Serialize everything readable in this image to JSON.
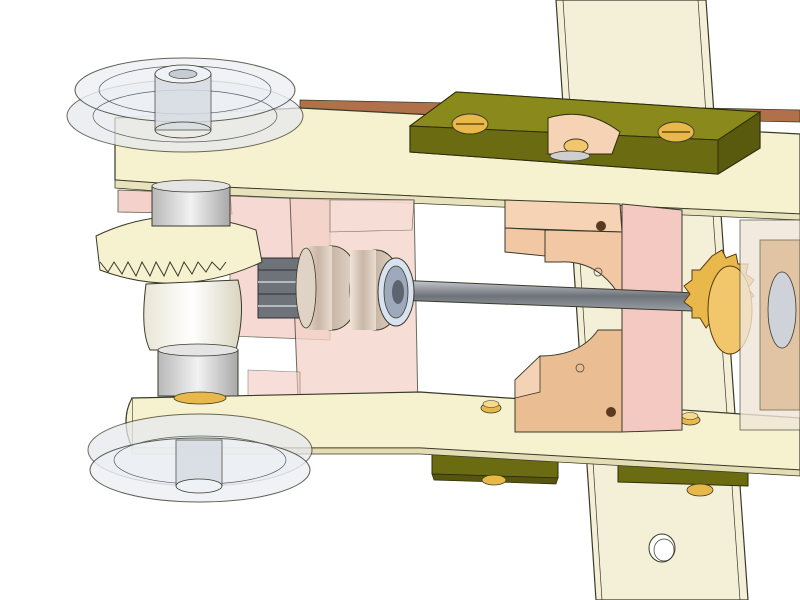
{
  "scene": {
    "kind": "cad-assembly-render",
    "components": [
      "upper-pulley",
      "lower-pulley",
      "bevel-gear",
      "pinion-gear",
      "ball-bearings",
      "drive-shaft",
      "side-frame-plates",
      "vertical-rail",
      "clamp-plate",
      "bearing-block",
      "spur-gear",
      "screws"
    ],
    "colors": {
      "frame": "#f6f1cf",
      "frame_edge": "#3a3a2a",
      "clamp_plate": "#6b6b12",
      "bronze_block": "#f1c8a3",
      "pink_housing": "#f3c9c1",
      "brass": "#e8b84a",
      "steel": "#8a8f96",
      "pulley_glass": "#dfe3e8",
      "rail": "#f4f0d8",
      "belt": "#b0704a"
    }
  }
}
